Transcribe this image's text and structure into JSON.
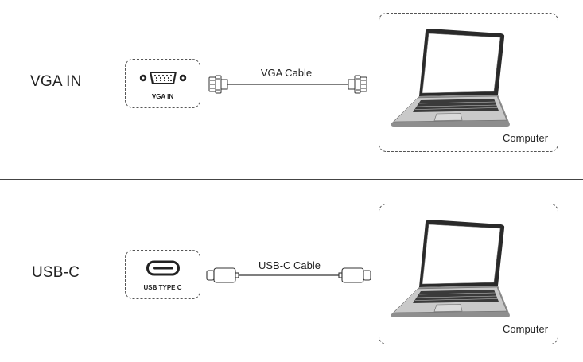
{
  "vga": {
    "section_label": "VGA IN",
    "port_label": "VGA IN",
    "cable_label": "VGA Cable",
    "computer_label": "Computer"
  },
  "usbc": {
    "section_label": "USB-C",
    "port_label": "USB TYPE C",
    "cable_label": "USB-C Cable",
    "computer_label": "Computer"
  },
  "icons": [
    "vga-port-icon",
    "vga-plug-icon",
    "usb-c-port-icon",
    "usb-c-plug-icon",
    "laptop-icon"
  ]
}
